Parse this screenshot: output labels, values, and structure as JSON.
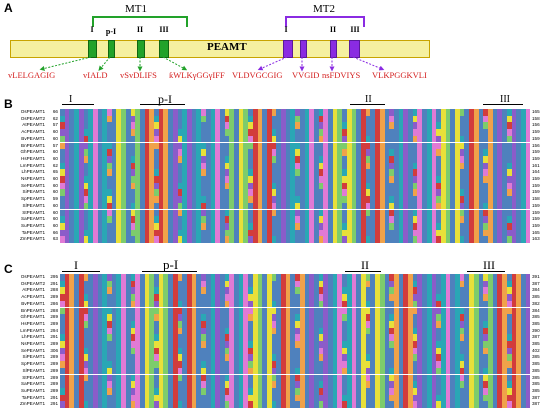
{
  "panelA": {
    "letter": "A",
    "protein_label": "PEAMT",
    "mt1_label": "MT1",
    "mt2_label": "MT2",
    "mt1_motifs": [
      "I",
      "p-I",
      "II",
      "III"
    ],
    "mt2_motifs": [
      "I",
      "II",
      "III"
    ],
    "mt1_seqs": [
      "vLELGAGIG",
      "vIALD",
      "vSvDLIFS",
      "ƙWLKγGGγIFF"
    ],
    "mt2_seqs": [
      "VLDVGCGIG",
      "VVGID",
      "nsFDVIYS",
      "VLKPGGKVLI"
    ],
    "colors": {
      "mt1": "#22a22a",
      "mt2": "#8a2be2",
      "seq_text": "#d42020",
      "bar_fill": "#f5f0a0",
      "bar_border": "#c8a400"
    }
  },
  "panelB": {
    "letter": "B",
    "regions": [
      "I",
      "p-I",
      "II",
      "III"
    ],
    "rows": [
      {
        "name": "OsPEAMT1",
        "start": "66",
        "end": "165"
      },
      {
        "name": "OsPEAMT2",
        "start": "62",
        "end": "158"
      },
      {
        "name": "AtPEAMT1",
        "start": "57",
        "end": "156"
      },
      {
        "name": "AcPEAMT1",
        "start": "60",
        "end": "159"
      },
      {
        "name": "BvPEAMT1",
        "start": "60",
        "end": "159"
      },
      {
        "name": "BnPEAMT1",
        "start": "57",
        "end": "156"
      },
      {
        "name": "GhPEAMT1",
        "start": "60",
        "end": "159"
      },
      {
        "name": "HsPEAMT1",
        "start": "60",
        "end": "159"
      },
      {
        "name": "LmPEAMT1",
        "start": "62",
        "end": "161"
      },
      {
        "name": "LhPEAMT1",
        "start": "65",
        "end": "164"
      },
      {
        "name": "NsPEAMT1",
        "start": "60",
        "end": "159"
      },
      {
        "name": "SePEAMT1",
        "start": "60",
        "end": "159"
      },
      {
        "name": "SiPEAMT1",
        "start": "60",
        "end": "159"
      },
      {
        "name": "SpPEAMT1",
        "start": "59",
        "end": "158"
      },
      {
        "name": "SlPEAMT1",
        "start": "60",
        "end": "159"
      },
      {
        "name": "StPEAMT1",
        "start": "60",
        "end": "159"
      },
      {
        "name": "SaPEAMT1",
        "start": "60",
        "end": "159"
      },
      {
        "name": "SuPEAMT1",
        "start": "60",
        "end": "159"
      },
      {
        "name": "TaPEAMT1",
        "start": "66",
        "end": "165"
      },
      {
        "name": "ZmPEAMT1",
        "start": "63",
        "end": "163"
      }
    ]
  },
  "panelC": {
    "letter": "C",
    "regions": [
      "I",
      "p-I",
      "II",
      "III"
    ],
    "rows": [
      {
        "name": "OsPEAMT1",
        "start": "295",
        "end": "391"
      },
      {
        "name": "OsPEAMT2",
        "start": "291",
        "end": "387"
      },
      {
        "name": "AtPEAMT1",
        "start": "288",
        "end": "384"
      },
      {
        "name": "AcPEAMT1",
        "start": "289",
        "end": "385"
      },
      {
        "name": "BvPEAMT1",
        "start": "286",
        "end": "382"
      },
      {
        "name": "BnPEAMT1",
        "start": "288",
        "end": "384"
      },
      {
        "name": "GhPEAMT1",
        "start": "289",
        "end": "385"
      },
      {
        "name": "HsPEAMT1",
        "start": "289",
        "end": "385"
      },
      {
        "name": "LmPEAMT1",
        "start": "294",
        "end": "390"
      },
      {
        "name": "LhPEAMT1",
        "start": "291",
        "end": "387"
      },
      {
        "name": "NsPEAMT1",
        "start": "289",
        "end": "385"
      },
      {
        "name": "SePEAMT1",
        "start": "306",
        "end": "402"
      },
      {
        "name": "SiPEAMT1",
        "start": "289",
        "end": "385"
      },
      {
        "name": "SpPEAMT1",
        "start": "289",
        "end": "385"
      },
      {
        "name": "SlPEAMT1",
        "start": "289",
        "end": "385"
      },
      {
        "name": "StPEAMT1",
        "start": "289",
        "end": "385"
      },
      {
        "name": "SaPEAMT1",
        "start": "289",
        "end": "385"
      },
      {
        "name": "SuPEAMT1",
        "start": "289",
        "end": "385"
      },
      {
        "name": "TaPEAMT1",
        "start": "291",
        "end": "387"
      },
      {
        "name": "ZmPEAMT1",
        "start": "291",
        "end": "387"
      }
    ]
  }
}
